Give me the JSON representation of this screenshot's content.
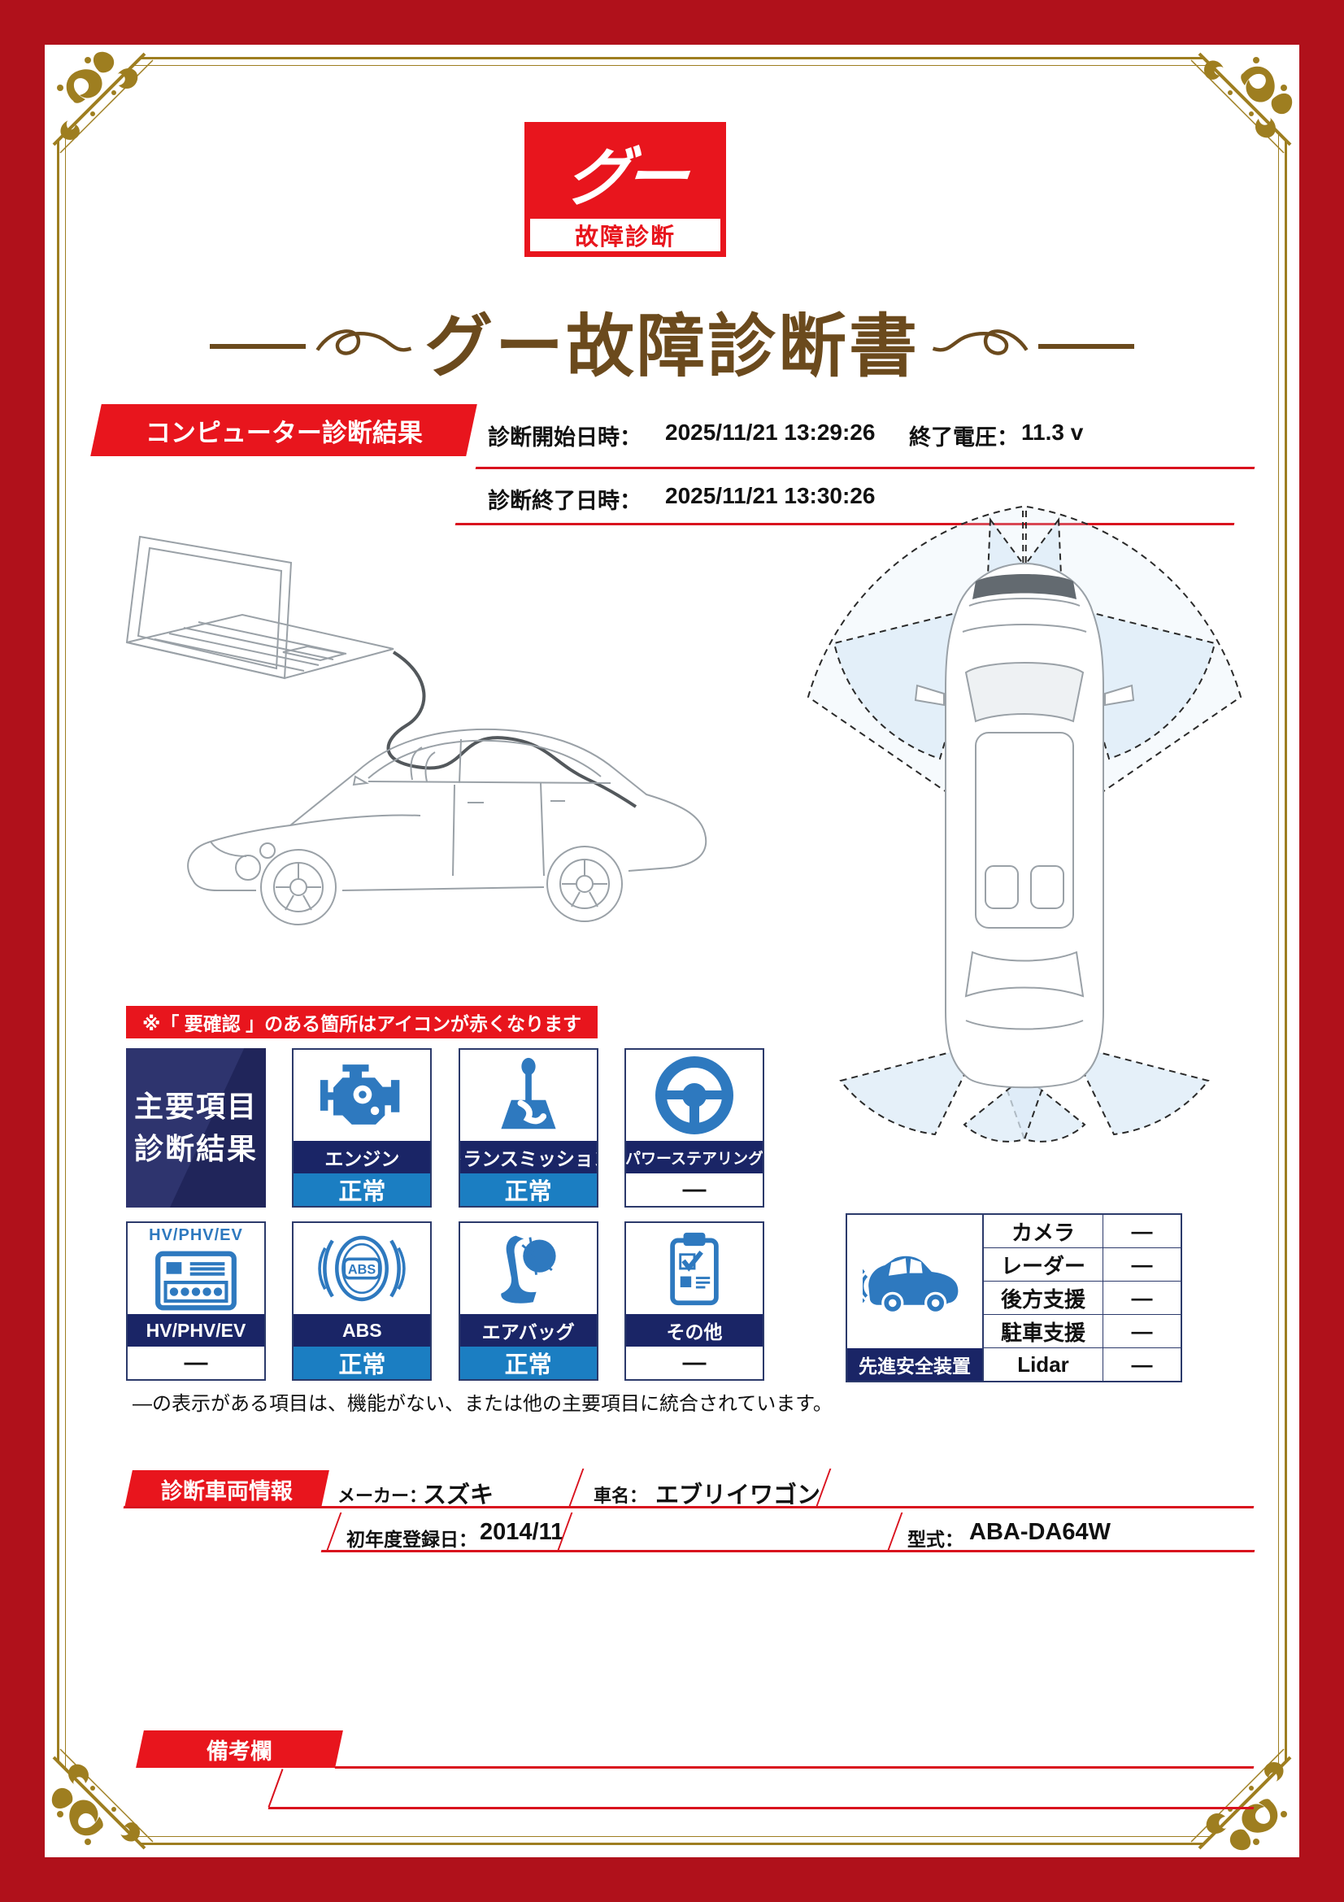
{
  "logo": {
    "top": "グー",
    "bottom": "故障診断"
  },
  "title": "グー故障診断書",
  "computer_diagnosis": {
    "banner": "コンピューター診断結果",
    "start_label": "診断開始日時：",
    "start_value": "2025/11/21 13:29:26",
    "voltage_label": "終了電圧：",
    "voltage_value": "11.3 v",
    "end_label": "診断終了日時：",
    "end_value": "2025/11/21 13:30:26"
  },
  "alert_note": "※「 要確認 」のある箇所はアイコンが赤くなります",
  "summary_panel": {
    "line1": "主要項目",
    "line2": "診断結果"
  },
  "diagnosis_items": [
    {
      "label": "エンジン",
      "status": "正常"
    },
    {
      "label": "トランスミッション",
      "status": "正常"
    },
    {
      "label": "パワーステアリング",
      "status": "—"
    },
    {
      "label": "HV/PHV/EV",
      "status": "—",
      "caption": "HV/PHV/EV"
    },
    {
      "label": "ABS",
      "status": "正常"
    },
    {
      "label": "エアバッグ",
      "status": "正常"
    },
    {
      "label": "その他",
      "status": "—"
    }
  ],
  "abs_icon_text": "ABS",
  "dash_note": "—の表示がある項目は、機能がない、または他の主要項目に統合されています。",
  "safety_devices": {
    "caption": "先進安全装置",
    "rows": [
      {
        "label": "カメラ",
        "value": "—"
      },
      {
        "label": "レーダー",
        "value": "—"
      },
      {
        "label": "後方支援",
        "value": "—"
      },
      {
        "label": "駐車支援",
        "value": "—"
      },
      {
        "label": "Lidar",
        "value": "—"
      }
    ]
  },
  "vehicle_info": {
    "banner": "診断車両情報",
    "maker_label": "メーカー：",
    "maker_value": "スズキ",
    "name_label": "車名：",
    "name_value": "エブリイワゴン",
    "reg_label": "初年度登録日：",
    "reg_value": "2014/11",
    "model_label": "型式：",
    "model_value": "ABA-DA64W"
  },
  "remarks": {
    "banner": "備考欄"
  },
  "colors": {
    "accent_red": "#e8151d",
    "frame_red": "#b0111b",
    "navy": "#1a2566",
    "status_blue": "#1b7ec2",
    "icon_blue": "#2e79bf",
    "gold": "#9e7e20",
    "title_brown": "#6b4a1d"
  }
}
